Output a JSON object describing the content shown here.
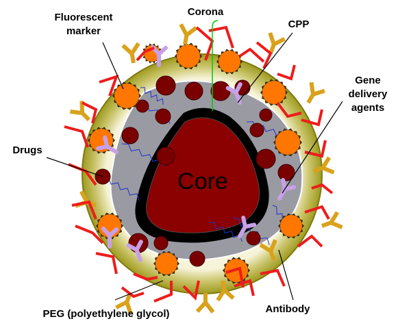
{
  "diagram": {
    "labels": {
      "fluorescent_line1": "Fluorescent",
      "fluorescent_line2": "marker",
      "corona": "Corona",
      "cpp": "CPP",
      "gene_line1": "Gene",
      "gene_line2": "delivery",
      "gene_line3": "agents",
      "drugs": "Drugs",
      "core": "Core",
      "peg": "PEG (polyethylene glycol)",
      "antibody": "Antibody"
    },
    "colors": {
      "outer_shell": "#9e9a1e",
      "outer_shell_light": "#ffffff",
      "middle_layer": "#9a9aa2",
      "core_fill": "#8b0000",
      "core_border": "#000000",
      "peg": "#ee1c1c",
      "antibody": "#d9a21c",
      "cpp": "#c7a0e6",
      "fluorescent_marker": "#ff7700",
      "drug": "#7a0000",
      "gene_agent": "#2233cc",
      "corona_line": "#00cc00"
    },
    "components": {
      "peg_count": 26,
      "antibody_count": 12,
      "cpp_count": 7,
      "fluorescent_marker_count": 11,
      "drug_count": 17,
      "gene_agent_count": 8
    }
  }
}
